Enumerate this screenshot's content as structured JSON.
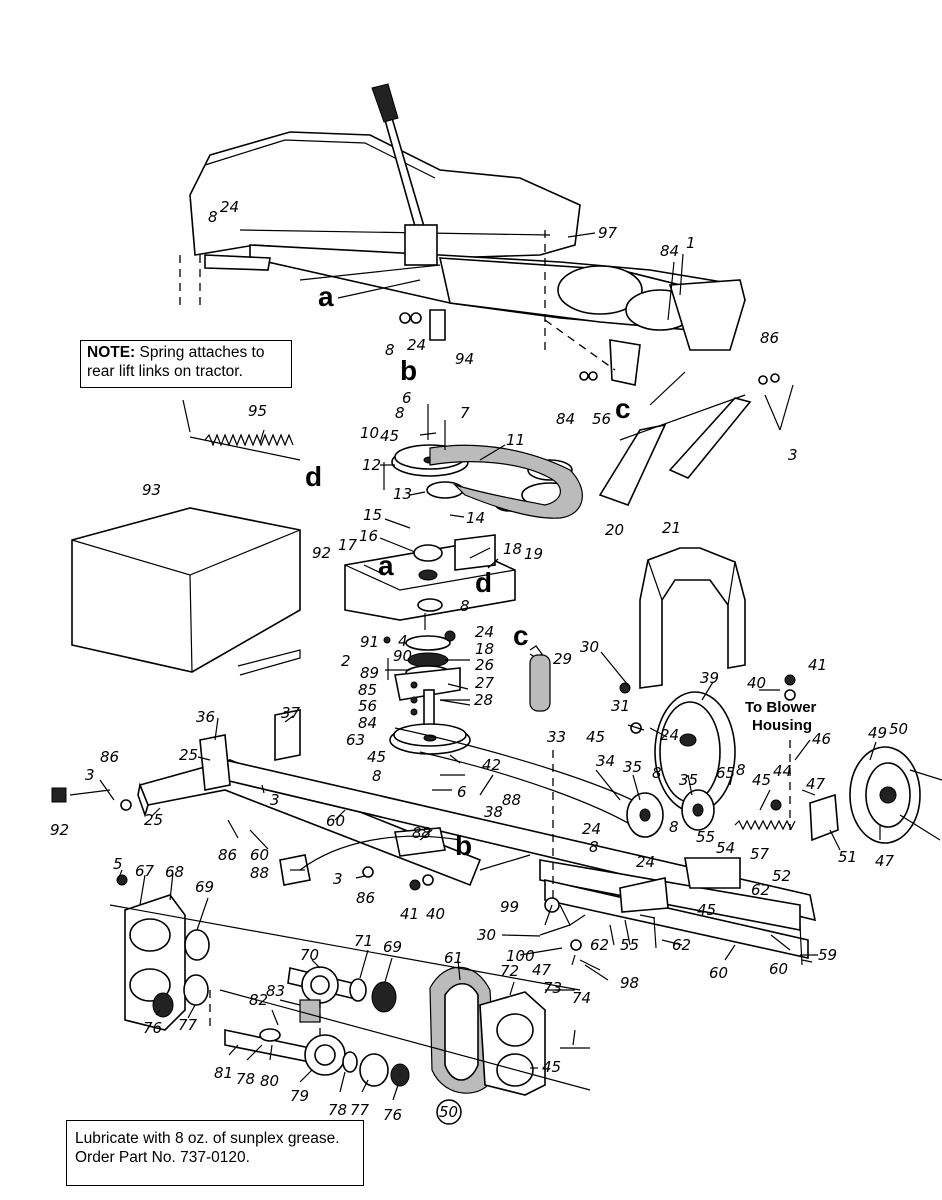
{
  "notes": {
    "top_bold": "NOTE:",
    "top_text": " Spring attaches to rear lift links on tractor.",
    "bottom_line1": "Lubricate with 8 oz. of sunplex grease.",
    "bottom_line2": "Order Part No. 737-0120."
  },
  "blower": {
    "line1": "To Blower",
    "line2": "Housing"
  },
  "page_number": "50",
  "letters": {
    "a1": "a",
    "a2": "a",
    "b1": "b",
    "b2": "b",
    "c1": "c",
    "c2": "c",
    "d1": "d",
    "d2": "d"
  },
  "labels": {
    "l8a": "8",
    "l24a": "24",
    "l97": "97",
    "l84a": "84",
    "l1": "1",
    "l8b": "8",
    "l24b": "24",
    "l94": "94",
    "l86a": "86",
    "l3a": "3",
    "l84b": "84",
    "l56a": "56",
    "l95": "95",
    "l6a": "6",
    "l8c": "8",
    "l7": "7",
    "l10": "10",
    "l45a": "45",
    "l11": "11",
    "l12": "12",
    "l13": "13",
    "l14": "14",
    "l15": "15",
    "l16": "16",
    "l20": "20",
    "l21": "21",
    "l93": "93",
    "l92a": "92",
    "l17": "17",
    "l18a": "18",
    "l19": "19",
    "l91": "91",
    "l4": "4",
    "l90": "90",
    "l24c": "24",
    "l8d": "8",
    "l2": "2",
    "l89": "89",
    "l18b": "18",
    "l26": "26",
    "l27": "27",
    "l85": "85",
    "l56b": "56",
    "l84c": "84",
    "l28": "28",
    "l63": "63",
    "l29": "29",
    "l30a": "30",
    "l39": "39",
    "l41a": "41",
    "l40a": "40",
    "l31": "31",
    "l45b": "45",
    "l33": "33",
    "l36": "36",
    "l37": "37",
    "l25a": "25",
    "l86b": "86",
    "l3b": "3",
    "l3c": "3",
    "l92b": "92",
    "l25b": "25",
    "l45c": "45",
    "l8e": "8",
    "l42": "42",
    "l6b": "6",
    "l24d": "24",
    "l8f": "8",
    "l35a": "35",
    "l34": "34",
    "l35b": "35",
    "l65": "65",
    "l8g": "8",
    "l45d": "45",
    "l44": "44",
    "l46": "46",
    "l49": "49",
    "l50": "50",
    "l47a": "47",
    "l51": "51",
    "l47b": "47",
    "l8h": "8",
    "l55a": "55",
    "l54": "54",
    "l57": "57",
    "l62a": "62",
    "l52": "52",
    "l60a": "60",
    "l86c": "86",
    "l60b": "60",
    "l38": "38",
    "l88a": "88",
    "l88b": "88",
    "l88c": "88",
    "l24e": "24",
    "l8i": "8",
    "l24f": "24",
    "l45e": "45",
    "l3d": "3",
    "l86d": "86",
    "l41b": "41",
    "l40b": "40",
    "l99": "99",
    "l62b": "62",
    "l55b": "55",
    "l62c": "62",
    "l30b": "30",
    "l100": "100",
    "l47c": "47",
    "l98": "98",
    "l60c": "60",
    "l60d": "60",
    "l59": "59",
    "l5": "5",
    "l67": "67",
    "l68": "68",
    "l69a": "69",
    "l70": "70",
    "l71": "71",
    "l69b": "69",
    "l61": "61",
    "l72": "72",
    "l73": "73",
    "l74": "74",
    "l83": "83",
    "l82": "82",
    "l76a": "76",
    "l77a": "77",
    "l81": "81",
    "l78a": "78",
    "l80": "80",
    "l79": "79",
    "l78b": "78",
    "l77b": "77",
    "l76b": "76",
    "l45f": "45"
  }
}
